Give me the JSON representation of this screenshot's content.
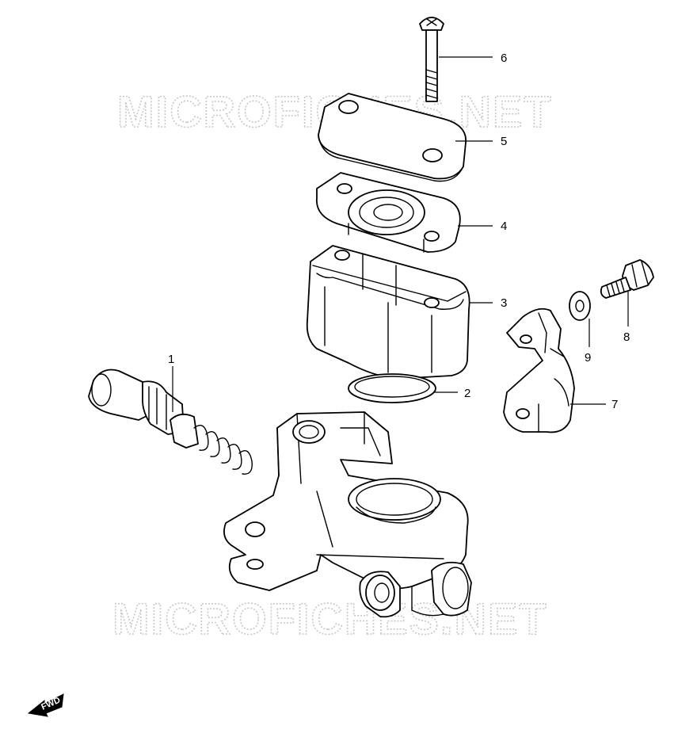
{
  "watermark": {
    "text": "MICROFICHES.NET",
    "color": "#c8c8c8"
  },
  "fwd_badge": {
    "label": "FWD",
    "icon": "forward-arrow-icon"
  },
  "callouts": [
    {
      "id": "1",
      "label": "1"
    },
    {
      "id": "2",
      "label": "2"
    },
    {
      "id": "3",
      "label": "3"
    },
    {
      "id": "4",
      "label": "4"
    },
    {
      "id": "5",
      "label": "5"
    },
    {
      "id": "6",
      "label": "6"
    },
    {
      "id": "7",
      "label": "7"
    },
    {
      "id": "8",
      "label": "8"
    },
    {
      "id": "9",
      "label": "9"
    }
  ],
  "colors": {
    "line": "#000000",
    "background": "#ffffff"
  }
}
